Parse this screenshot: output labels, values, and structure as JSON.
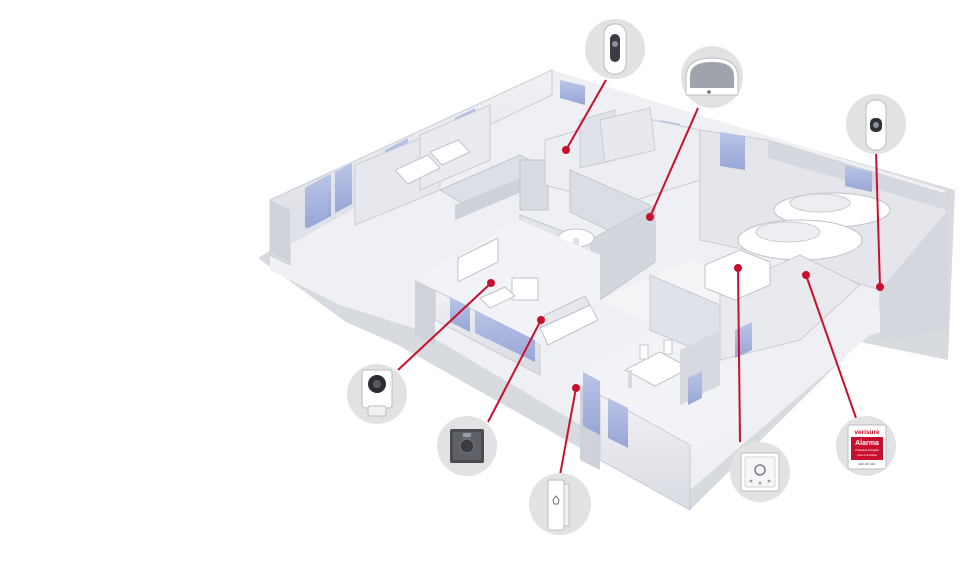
{
  "sign": {
    "brand": "verisure",
    "title": "Alarma",
    "line1": "Propiedad protegida",
    "line2": "Aviso a la Policía",
    "phone": "900 101 101"
  },
  "colors": {
    "accent": "#c8102e",
    "wall": "#e3e5ea",
    "floor": "#eef0f3",
    "window": "#a9b6de",
    "bubble": "#e2e2e4"
  },
  "devices": [
    {
      "id": "motion-camera-hallway",
      "icon": "pir-photo-detector-icon"
    },
    {
      "id": "central-unit",
      "icon": "alarm-panel-icon"
    },
    {
      "id": "motion-camera-garage",
      "icon": "pir-photo-detector-icon"
    },
    {
      "id": "indoor-camera",
      "icon": "camera-icon"
    },
    {
      "id": "smoke-detector",
      "icon": "detector-module-icon"
    },
    {
      "id": "door-sensor",
      "icon": "shock-sensor-icon"
    },
    {
      "id": "keypad",
      "icon": "keypad-icon"
    },
    {
      "id": "alarm-sign",
      "icon": "alarm-sign-icon"
    }
  ]
}
